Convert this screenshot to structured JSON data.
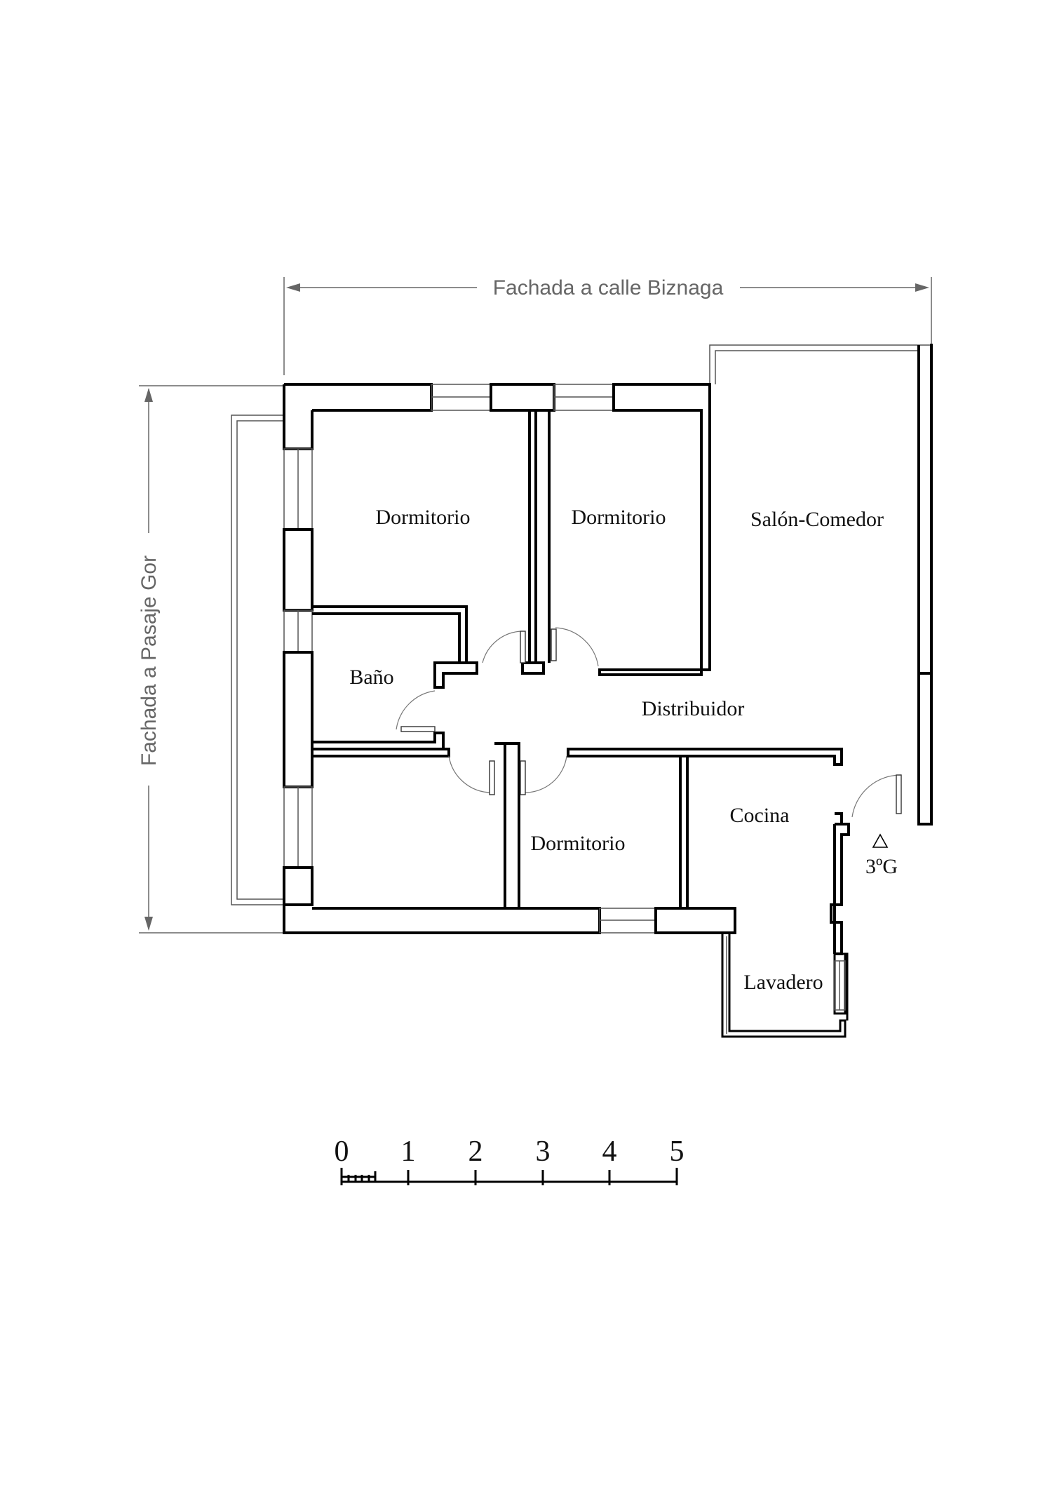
{
  "facades": {
    "top": "Fachada a calle Biznaga",
    "left": "Fachada a Pasaje Gor"
  },
  "rooms": {
    "dormitorio_1": "Dormitorio",
    "dormitorio_2": "Dormitorio",
    "dormitorio_3": "Dormitorio",
    "salon": "Salón-Comedor",
    "bano": "Baño",
    "distribuidor": "Distribuidor",
    "cocina": "Cocina",
    "lavadero": "Lavadero"
  },
  "entrance": {
    "label": "3ºG",
    "icon": "triangle-entrance-icon"
  },
  "scale_bar": {
    "ticks": [
      "0",
      "1",
      "2",
      "3",
      "4",
      "5"
    ]
  }
}
